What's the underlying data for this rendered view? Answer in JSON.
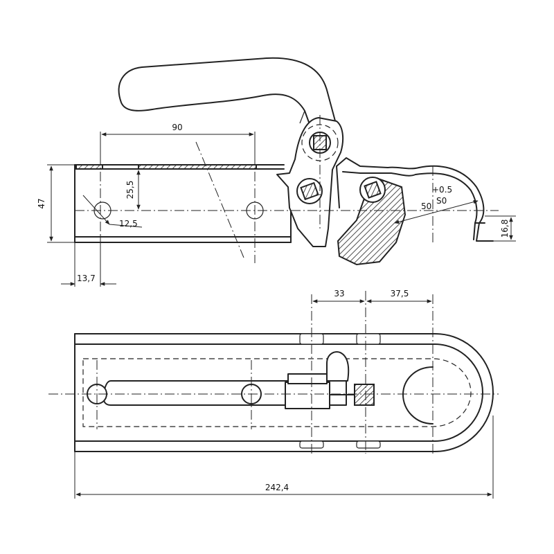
{
  "dimensions": {
    "d90": "90",
    "d47": "47",
    "d25_5": "25,5",
    "d12_5": "12,5",
    "d13_7": "13,7",
    "d50": "50",
    "d_s0": "S0",
    "d_tol": "+0.5",
    "d16_8": "16,8",
    "d33": "33",
    "d37_5": "37,5",
    "d242_4": "242,4"
  },
  "colors": {
    "ink": "#222222",
    "paper": "#ffffff"
  }
}
